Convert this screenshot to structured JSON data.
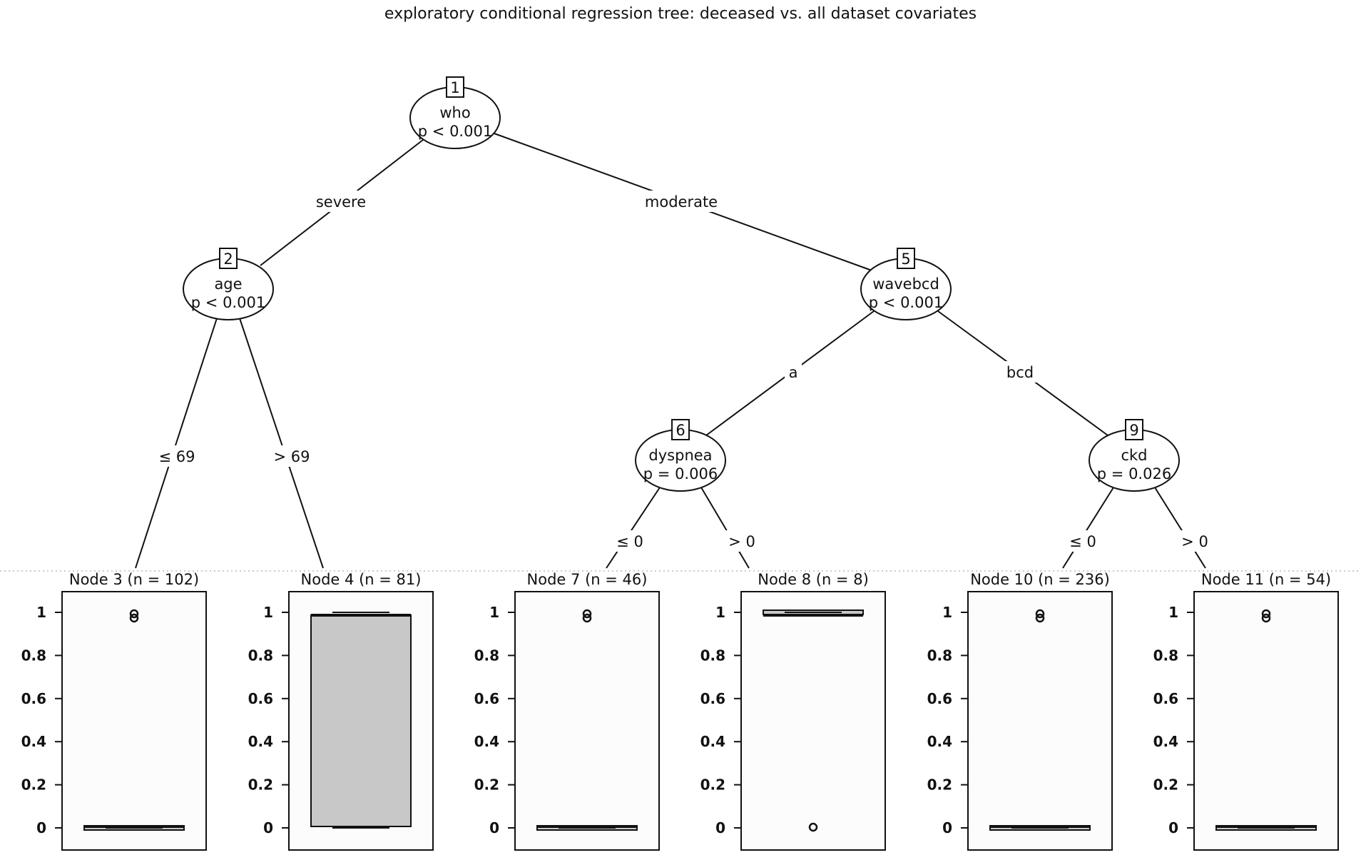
{
  "title": "exploratory conditional regression tree: deceased vs. all dataset covariates",
  "inner_nodes": [
    {
      "id": "1",
      "variable": "who",
      "pvalue": "p < 0.001"
    },
    {
      "id": "2",
      "variable": "age",
      "pvalue": "p < 0.001"
    },
    {
      "id": "5",
      "variable": "wavebcd",
      "pvalue": "p < 0.001"
    },
    {
      "id": "6",
      "variable": "dyspnea",
      "pvalue": "p = 0.006"
    },
    {
      "id": "9",
      "variable": "ckd",
      "pvalue": "p = 0.026"
    }
  ],
  "edges": [
    {
      "from": "1",
      "to": "2",
      "label": "severe"
    },
    {
      "from": "1",
      "to": "5",
      "label": "moderate"
    },
    {
      "from": "2",
      "to": "3",
      "label": "≤ 69"
    },
    {
      "from": "2",
      "to": "4",
      "label": "> 69"
    },
    {
      "from": "5",
      "to": "6",
      "label": "a"
    },
    {
      "from": "5",
      "to": "9",
      "label": "bcd"
    },
    {
      "from": "6",
      "to": "7",
      "label": "≤ 0"
    },
    {
      "from": "6",
      "to": "8",
      "label": "> 0"
    },
    {
      "from": "9",
      "to": "10",
      "label": "≤ 0"
    },
    {
      "from": "9",
      "to": "11",
      "label": "> 0"
    }
  ],
  "chart_data": {
    "type": "boxplot",
    "y_ticks": [
      "0",
      "0.2",
      "0.4",
      "0.6",
      "0.8",
      "1"
    ],
    "ylim": [
      0,
      1
    ],
    "leaves": [
      {
        "id": "3",
        "title": "Node 3 (n = 102)",
        "whisker_low": 0.0,
        "q1": 0.0,
        "median": 0.0,
        "q3": 0.0,
        "whisker_high": 0.0,
        "outliers": [
          1
        ]
      },
      {
        "id": "4",
        "title": "Node 4 (n = 81)",
        "whisker_low": 0.0,
        "q1": 0.0,
        "median": 1.0,
        "q3": 1.0,
        "whisker_high": 1.0,
        "outliers": []
      },
      {
        "id": "7",
        "title": "Node 7 (n = 46)",
        "whisker_low": 0.0,
        "q1": 0.0,
        "median": 0.0,
        "q3": 0.0,
        "whisker_high": 0.0,
        "outliers": [
          1
        ]
      },
      {
        "id": "8",
        "title": "Node 8 (n = 8)",
        "whisker_low": 1.0,
        "q1": 1.0,
        "median": 1.0,
        "q3": 1.0,
        "whisker_high": 1.0,
        "outliers": [
          0
        ]
      },
      {
        "id": "10",
        "title": "Node 10 (n = 236)",
        "whisker_low": 0.0,
        "q1": 0.0,
        "median": 0.0,
        "q3": 0.0,
        "whisker_high": 0.0,
        "outliers": [
          1
        ]
      },
      {
        "id": "11",
        "title": "Node 11 (n = 54)",
        "whisker_low": 0.0,
        "q1": 0.0,
        "median": 0.0,
        "q3": 0.0,
        "whisker_high": 0.0,
        "outliers": [
          1
        ]
      }
    ]
  }
}
